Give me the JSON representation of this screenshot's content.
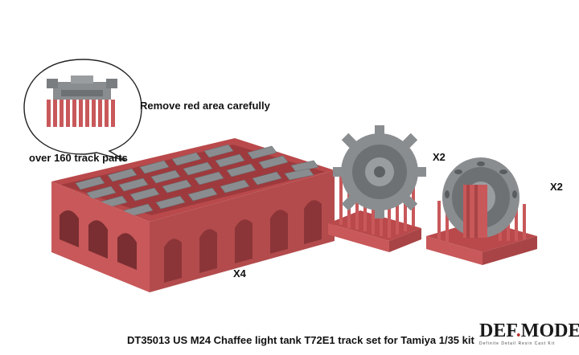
{
  "labels": {
    "remove_note": "Remove red area carefully",
    "parts_count": "over 160 track parts",
    "tray_qty": "X4",
    "sprocket_qty": "X2",
    "idler_qty": "X2",
    "caption": "DT35013 US M24 Chaffee light tank T72E1 track set for Tamiya 1/35 kit"
  },
  "logo": {
    "brand_prefix": "DEF",
    "brand_dot": ".",
    "brand_suffix": "MODEL",
    "tagline": "Definite Detail Resin Cast Kit"
  },
  "colors": {
    "resin_gray": "#8a8d90",
    "support_red": "#c8585a",
    "accent_red": "#b5302c"
  }
}
